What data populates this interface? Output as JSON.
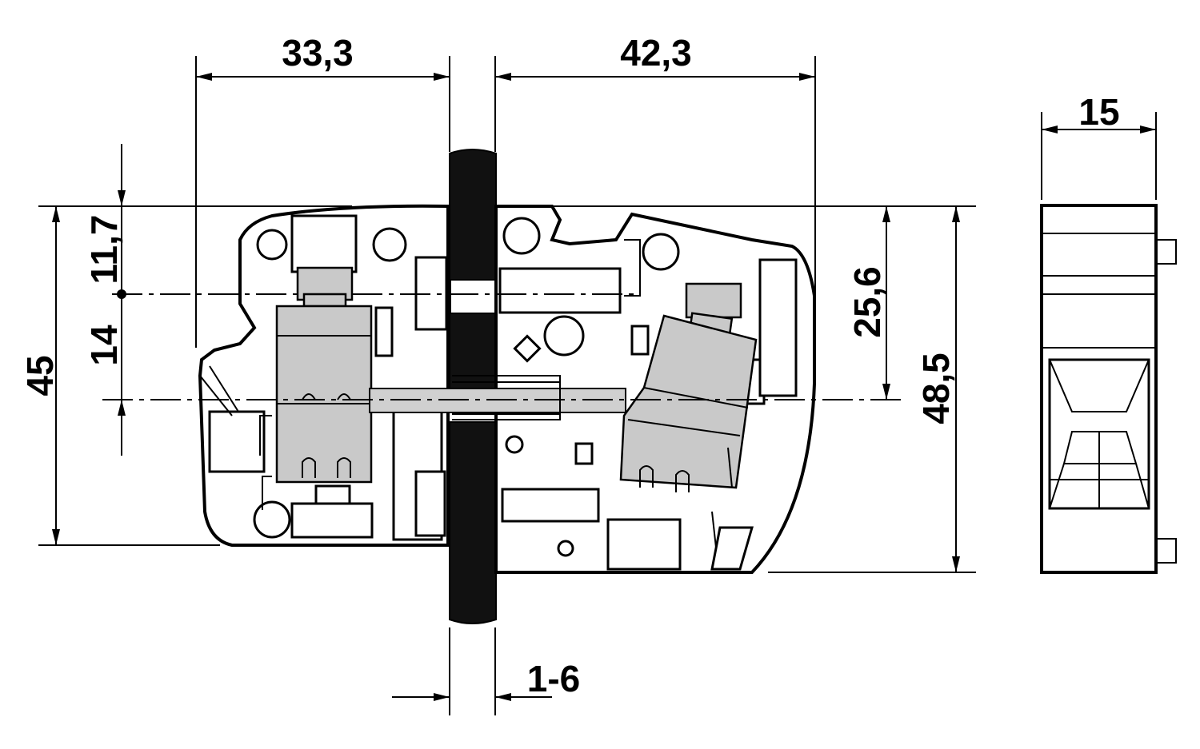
{
  "dimensions": {
    "width_left": "33,3",
    "width_right": "42,3",
    "side_width": "15",
    "overall_height": "45",
    "upper_offset": "11,7",
    "lower_offset": "14",
    "right_upper_height": "25,6",
    "right_overall_height": "48,5",
    "panel_thickness": "1-6"
  },
  "colors": {
    "line": "#000000",
    "fill_gray": "#c9c9c9",
    "panel": "#111111",
    "background": "#ffffff"
  }
}
